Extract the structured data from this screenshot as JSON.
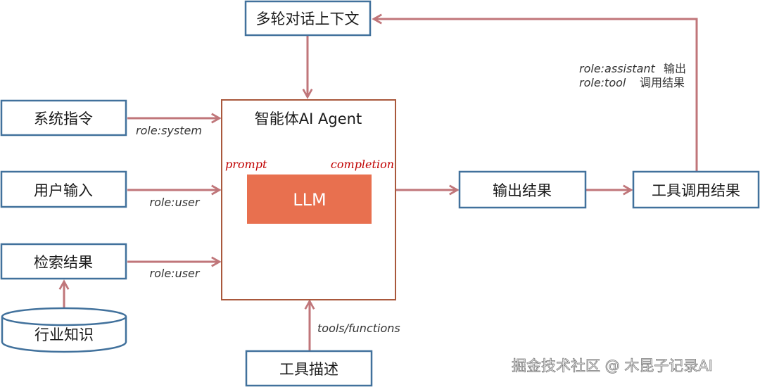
{
  "nodes": {
    "context": "多轮对话上下文",
    "system": "系统指令",
    "user_input": "用户输入",
    "retrieval": "检索结果",
    "knowledge": "行业知识",
    "agent": "智能体AI Agent",
    "llm": "LLM",
    "output": "输出结果",
    "tool_result": "工具调用结果",
    "tool_desc": "工具描述"
  },
  "labels": {
    "role_system": "role:system",
    "role_user_1": "role:user",
    "role_user_2": "role:user",
    "prompt": "prompt",
    "completion": "completion",
    "tools_functions": "tools/functions",
    "feedback_line1_role": "role:assistant",
    "feedback_line1_text": "输出",
    "feedback_line2_role": "role:tool",
    "feedback_line2_text": "调用结果"
  },
  "watermark": "掘金技术社区 @ 木昆子记录AI",
  "colors": {
    "box_border": "#41719c",
    "agent_border": "#a9583c",
    "llm_fill": "#e8704f",
    "arrow": "#c0767a",
    "port_label": "#c00000"
  }
}
